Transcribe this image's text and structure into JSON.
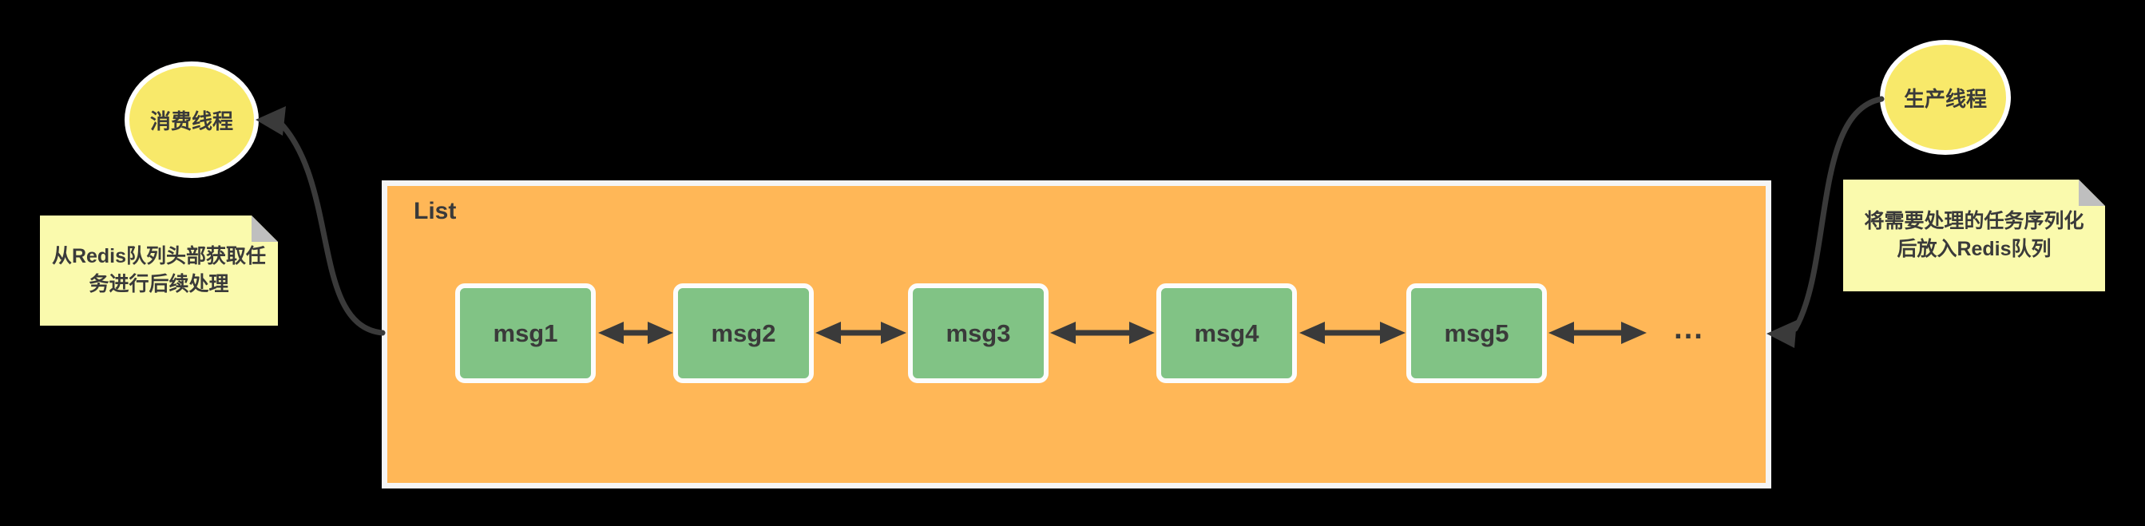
{
  "diagram": {
    "consumer": {
      "label": "消费线程",
      "note": {
        "line1": "从Redis队列头部获取任",
        "line2": "务进行后续处理"
      }
    },
    "producer": {
      "label": "生产线程",
      "note": {
        "line1": "将需要处理的任务序列化",
        "line2": "后放入Redis队列"
      }
    },
    "list": {
      "title": "List",
      "messages": [
        "msg1",
        "msg2",
        "msg3",
        "msg4",
        "msg5"
      ],
      "ellipsis": "..."
    },
    "colors": {
      "background": "#000000",
      "list_fill": "#FFB757",
      "list_border": "#F5F5F5",
      "message_fill": "#81C385",
      "thread_fill": "#F8E96A",
      "note_fill": "#FAFAAD",
      "note_fold": "#BFBFBF",
      "stroke": "#3A3A3A"
    }
  }
}
